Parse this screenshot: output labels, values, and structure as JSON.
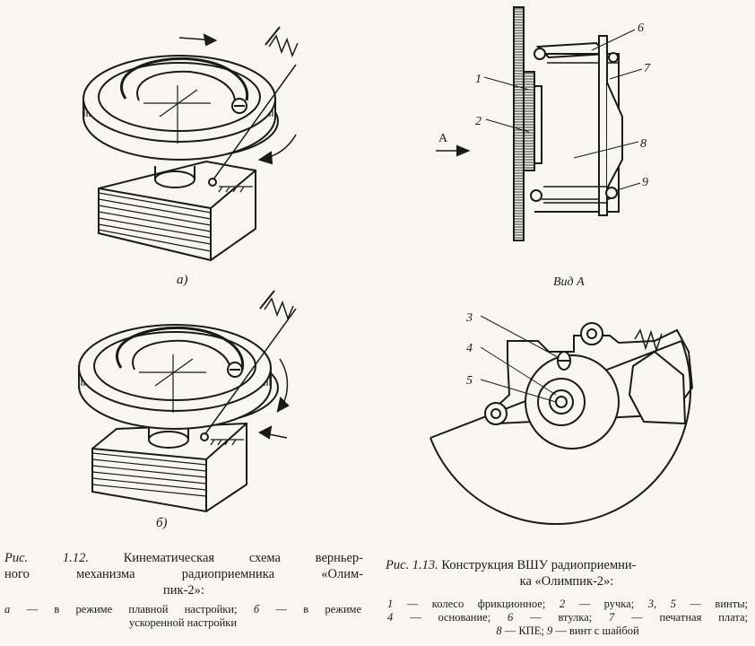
{
  "fig_1_12": {
    "sub_a": "а)",
    "sub_b": "б)",
    "caption_label": "Рис. 1.12.",
    "caption_line1": "Кинематическая схема верньер-",
    "caption_line2": "ного механизма радиоприемника «Олим-",
    "caption_line3": "пик-2»:",
    "legend_a_key": "а",
    "legend_a_text": "— в режиме плавной настройки;",
    "legend_b_key": "б",
    "legend_b_text": "— в режиме",
    "legend_line2": "ускоренной настройки"
  },
  "fig_1_13": {
    "arrow_label": "A",
    "view_label": "Вид А",
    "callouts": [
      "1",
      "2",
      "3",
      "4",
      "5",
      "6",
      "7",
      "8",
      "9"
    ],
    "caption_label": "Рис. 1.13.",
    "caption_line1": "Конструкция ВШУ радиоприемни-",
    "caption_line2": "ка «Олимпик-2»:",
    "legend": {
      "n1": "1",
      "t1": "— колесо фрикционное;",
      "n2": "2",
      "t2": "— ручка;",
      "n35": "3, 5",
      "t35": "— винты;",
      "n4": "4",
      "t4": "— основание;",
      "n6": "6",
      "t6": "— втулка;",
      "n7": "7",
      "t7": "— печатная плата;",
      "n8": "8",
      "t8": "— КПЕ;",
      "n9": "9",
      "t9": "— винт с шайбой"
    }
  }
}
